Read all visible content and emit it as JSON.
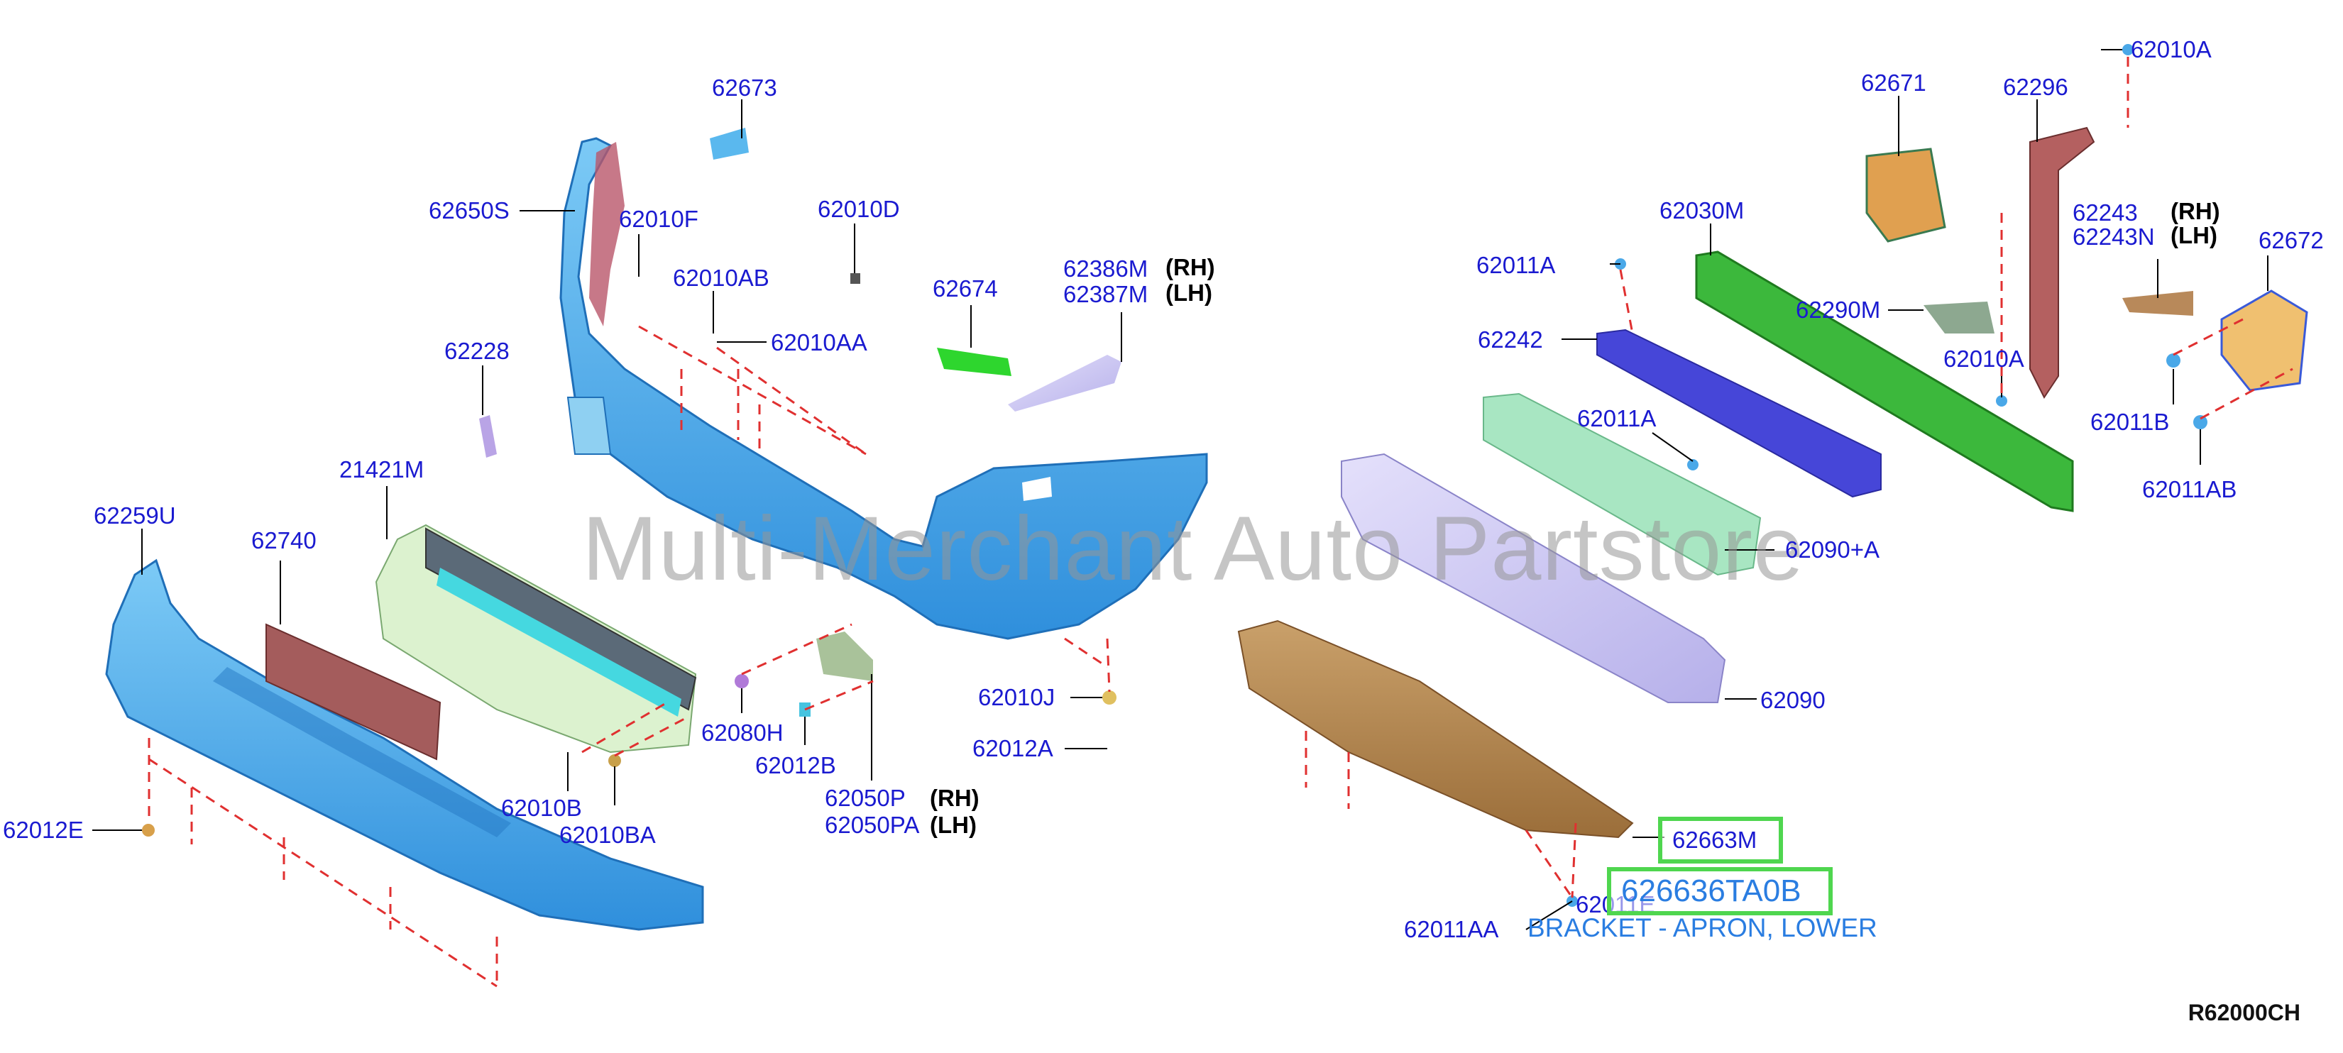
{
  "watermark": "Multi-Merchant Auto Partstore",
  "diagram_code": "R62000CH",
  "side_rh": "(RH)",
  "side_lh": "(LH)",
  "parts": {
    "p62673": "62673",
    "p62650S": "62650S",
    "p62010F": "62010F",
    "p62010D": "62010D",
    "p62010AB": "62010AB",
    "p62010AA": "62010AA",
    "p62674": "62674",
    "p62386M": "62386M",
    "p62387M": "62387M",
    "p62228": "62228",
    "p21421M": "21421M",
    "p62259U": "62259U",
    "p62740": "62740",
    "p62080H": "62080H",
    "p62012B": "62012B",
    "p62050P": "62050P",
    "p62050PA": "62050PA",
    "p62010J": "62010J",
    "p62012A": "62012A",
    "p62010B": "62010B",
    "p62010BA": "62010BA",
    "p62012E": "62012E",
    "p62011A_top": "62011A",
    "p62030M": "62030M",
    "p62671": "62671",
    "p62296": "62296",
    "p62010A_top": "62010A",
    "p62243": "62243",
    "p62243N": "62243N",
    "p62672": "62672",
    "p62242": "62242",
    "p62290M": "62290M",
    "p62010A_mid": "62010A",
    "p62011A_mid": "62011A",
    "p62011B": "62011B",
    "p62011AB": "62011AB",
    "p62090A": "62090+A",
    "p62090": "62090",
    "p62663M": "62663M",
    "p62011E": "62011E",
    "p62011AA": "62011AA"
  },
  "highlight": {
    "part_number": "626636TA0B",
    "description": "BRACKET - APRON, LOWER",
    "label": "62663M"
  },
  "colors": {
    "label_blue": "#1a1ad0",
    "highlight_green": "#4fd64f",
    "bumper_blue": "#3aa0e8",
    "dash_red": "#e03030"
  }
}
